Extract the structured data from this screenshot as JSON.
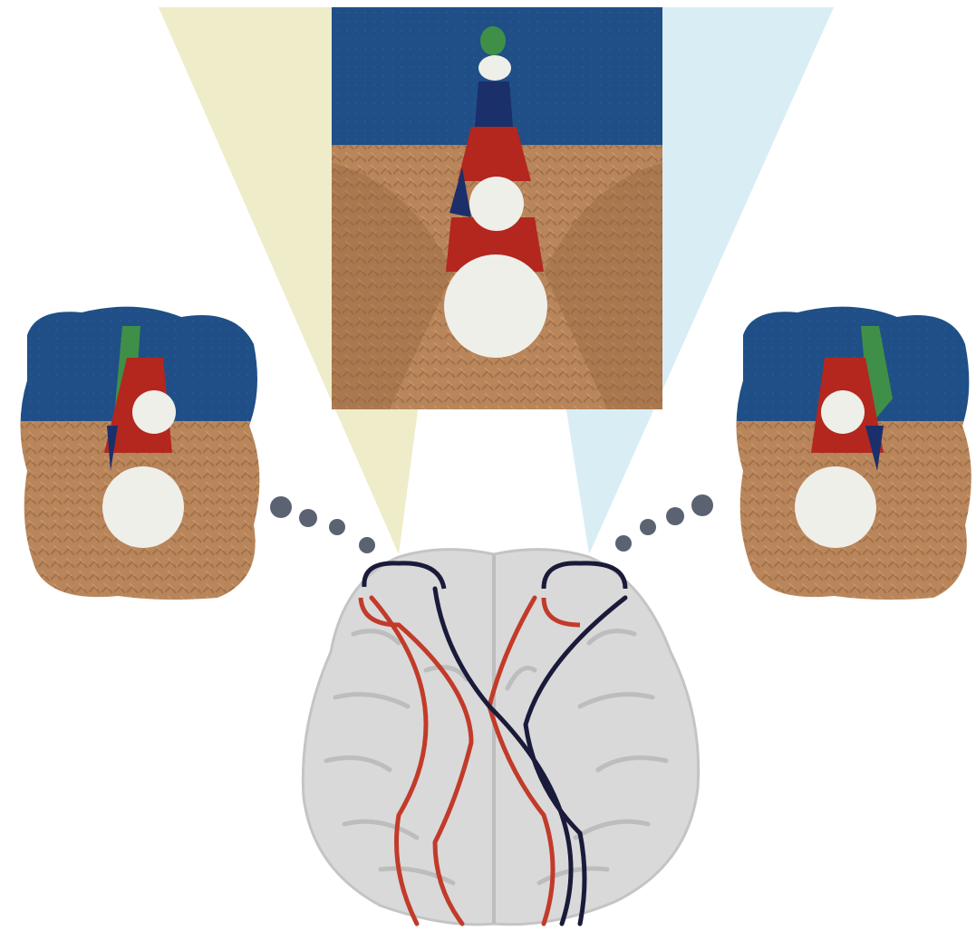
{
  "diagram": {
    "colors": {
      "background": "#ffffff",
      "sky": "#1f4f86",
      "ground": "#b9855a",
      "ground_dark": "#8f603c",
      "ball_white": "#efefe9",
      "nav_blue": "#1b2f6a",
      "red": "#b3271f",
      "green": "#3f8f48",
      "left_cone": "#e9e6b8",
      "right_cone": "#cfeaf1",
      "brain": "#d9d9d9",
      "brain_fold": "#bdbdbd",
      "dots": "#5b6272",
      "left_path": "#c23b2a",
      "right_path": "#1a1a3a"
    },
    "elements": [
      "central-scene",
      "left-eye-view",
      "right-eye-view",
      "visual-field-cone-left",
      "visual-field-cone-right",
      "brain",
      "optic-pathways"
    ]
  }
}
